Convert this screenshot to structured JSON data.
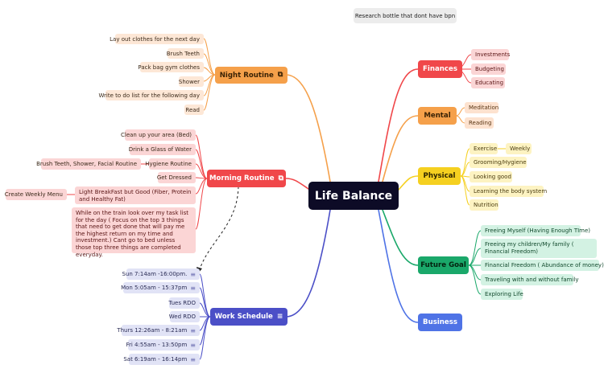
{
  "root": "Life Balance",
  "note": "Research bottle that dont have bpn",
  "night": {
    "title": "Night Routine",
    "icon": "external-link-icon",
    "items": [
      "Lay out clothes for the next day",
      "Brush Teeth",
      "Pack bag gym clothes",
      "Shower",
      "Write to do list for the following day",
      "Read"
    ]
  },
  "morning": {
    "title": "Morning Routine",
    "icon": "external-link-icon",
    "items": [
      "Clean up your area (Bed)",
      "Drink a Glass of Water",
      "Hygiene Routine",
      "Get Dressed",
      "Light BreakFast but Good (Fiber, Protein and Healthy Fat)",
      "While on the train look over my task list for the day ( Focus on the top 3 things that need to get done that will pay me the highest return on my time and investment.) Cant go to bed unless those top three things are completed everyday."
    ],
    "hygiene_sub": "Brush Teeth, Shower, Facial Routine",
    "breakfast_sub": "Create Weekly Menu"
  },
  "work": {
    "title": "Work Schedule",
    "icon": "notes-icon",
    "items": [
      "Sun 7:14am -16:00pm.",
      "Mon 5:05am - 15:37pm",
      "Tues RDO",
      "Wed RDO",
      "Thurs 12:26am - 8:21am",
      "Fri 4:55am - 13:50pm",
      "Sat 6:19am - 16:14pm"
    ],
    "item_icons": [
      "notes-icon",
      "notes-icon",
      "none",
      "none",
      "notes-icon",
      "notes-icon",
      "notes-icon"
    ]
  },
  "finances": {
    "title": "Finances",
    "items": [
      "Investments",
      "Budgeting",
      "Educating"
    ]
  },
  "mental": {
    "title": "Mental",
    "items": [
      "Meditation",
      "Reading"
    ]
  },
  "physical": {
    "title": "Physical",
    "items": [
      "Exercise",
      "Grooming/Hygiene",
      "Looking good",
      "Learning the body system",
      "Nutrition"
    ],
    "exercise_sub": "Weekly"
  },
  "future": {
    "title": "Future Goal",
    "items": [
      "Freeing Myself (Having Enough TIme)",
      "Freeing my children/My family ( Financial Freedom)",
      "Financial Freedom ( Abundance of money)",
      "Traveling with and without family",
      "Exploring Life"
    ]
  },
  "business": {
    "title": "Business"
  },
  "colors": {
    "root": "#0d0b26",
    "night": "#f5a04a",
    "morning": "#f0474a",
    "work": "#4b4fc7",
    "finances": "#f0474a",
    "mental": "#f5a04a",
    "physical": "#f5d020",
    "future": "#1aa86a",
    "business": "#4f73e6"
  }
}
